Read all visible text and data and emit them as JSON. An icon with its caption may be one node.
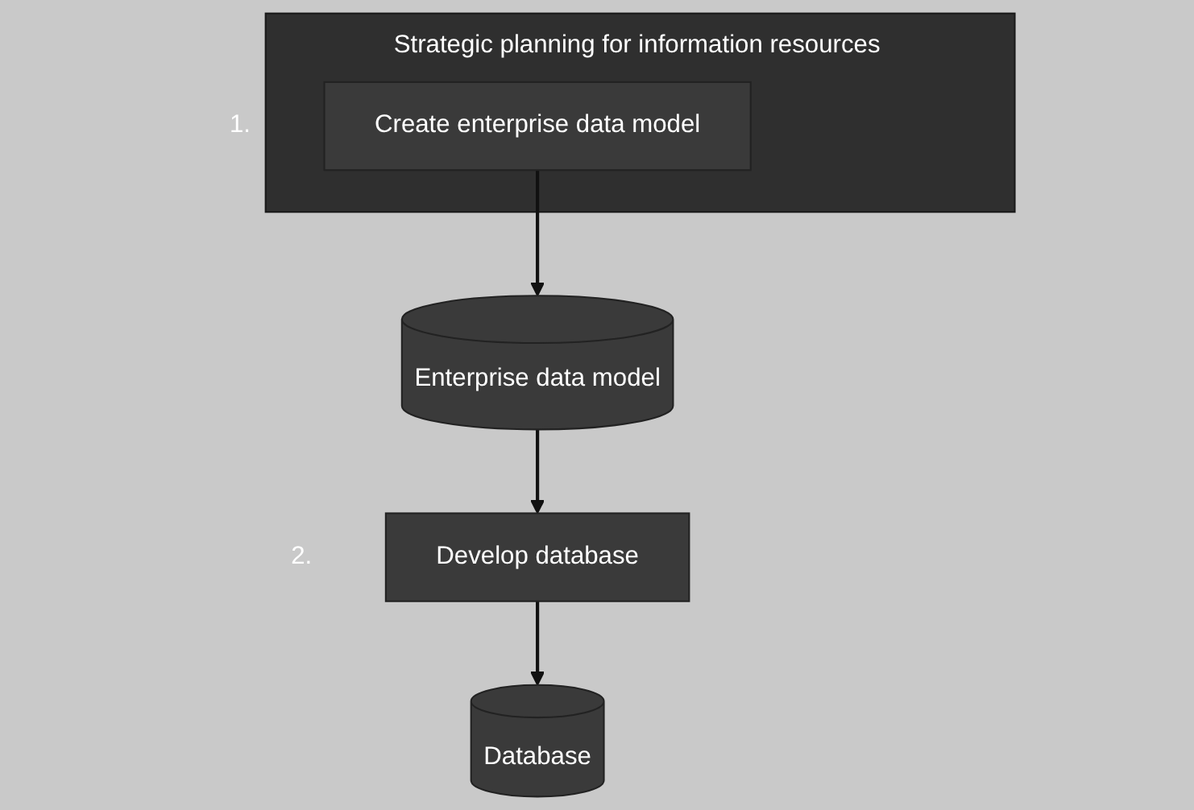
{
  "diagram": {
    "nodes": [
      {
        "text": [
          "Strategic planning for information resources"
        ]
      },
      {
        "text": [
          "Create enterprise data model"
        ],
        "in": 0,
        "beside": [
          "1."
        ]
      },
      {
        "text": [
          "Enterprise data model"
        ]
      },
      {
        "text": [
          "Develop database"
        ],
        "beside": [
          "2."
        ]
      },
      {
        "text": [
          "Database"
        ]
      }
    ],
    "edges": [
      {
        "from": 1,
        "to": 2,
        "arrow": "to"
      },
      {
        "from": 2,
        "to": 3,
        "arrow": "to"
      },
      {
        "from": 3,
        "to": 4,
        "arrow": "to"
      }
    ]
  }
}
